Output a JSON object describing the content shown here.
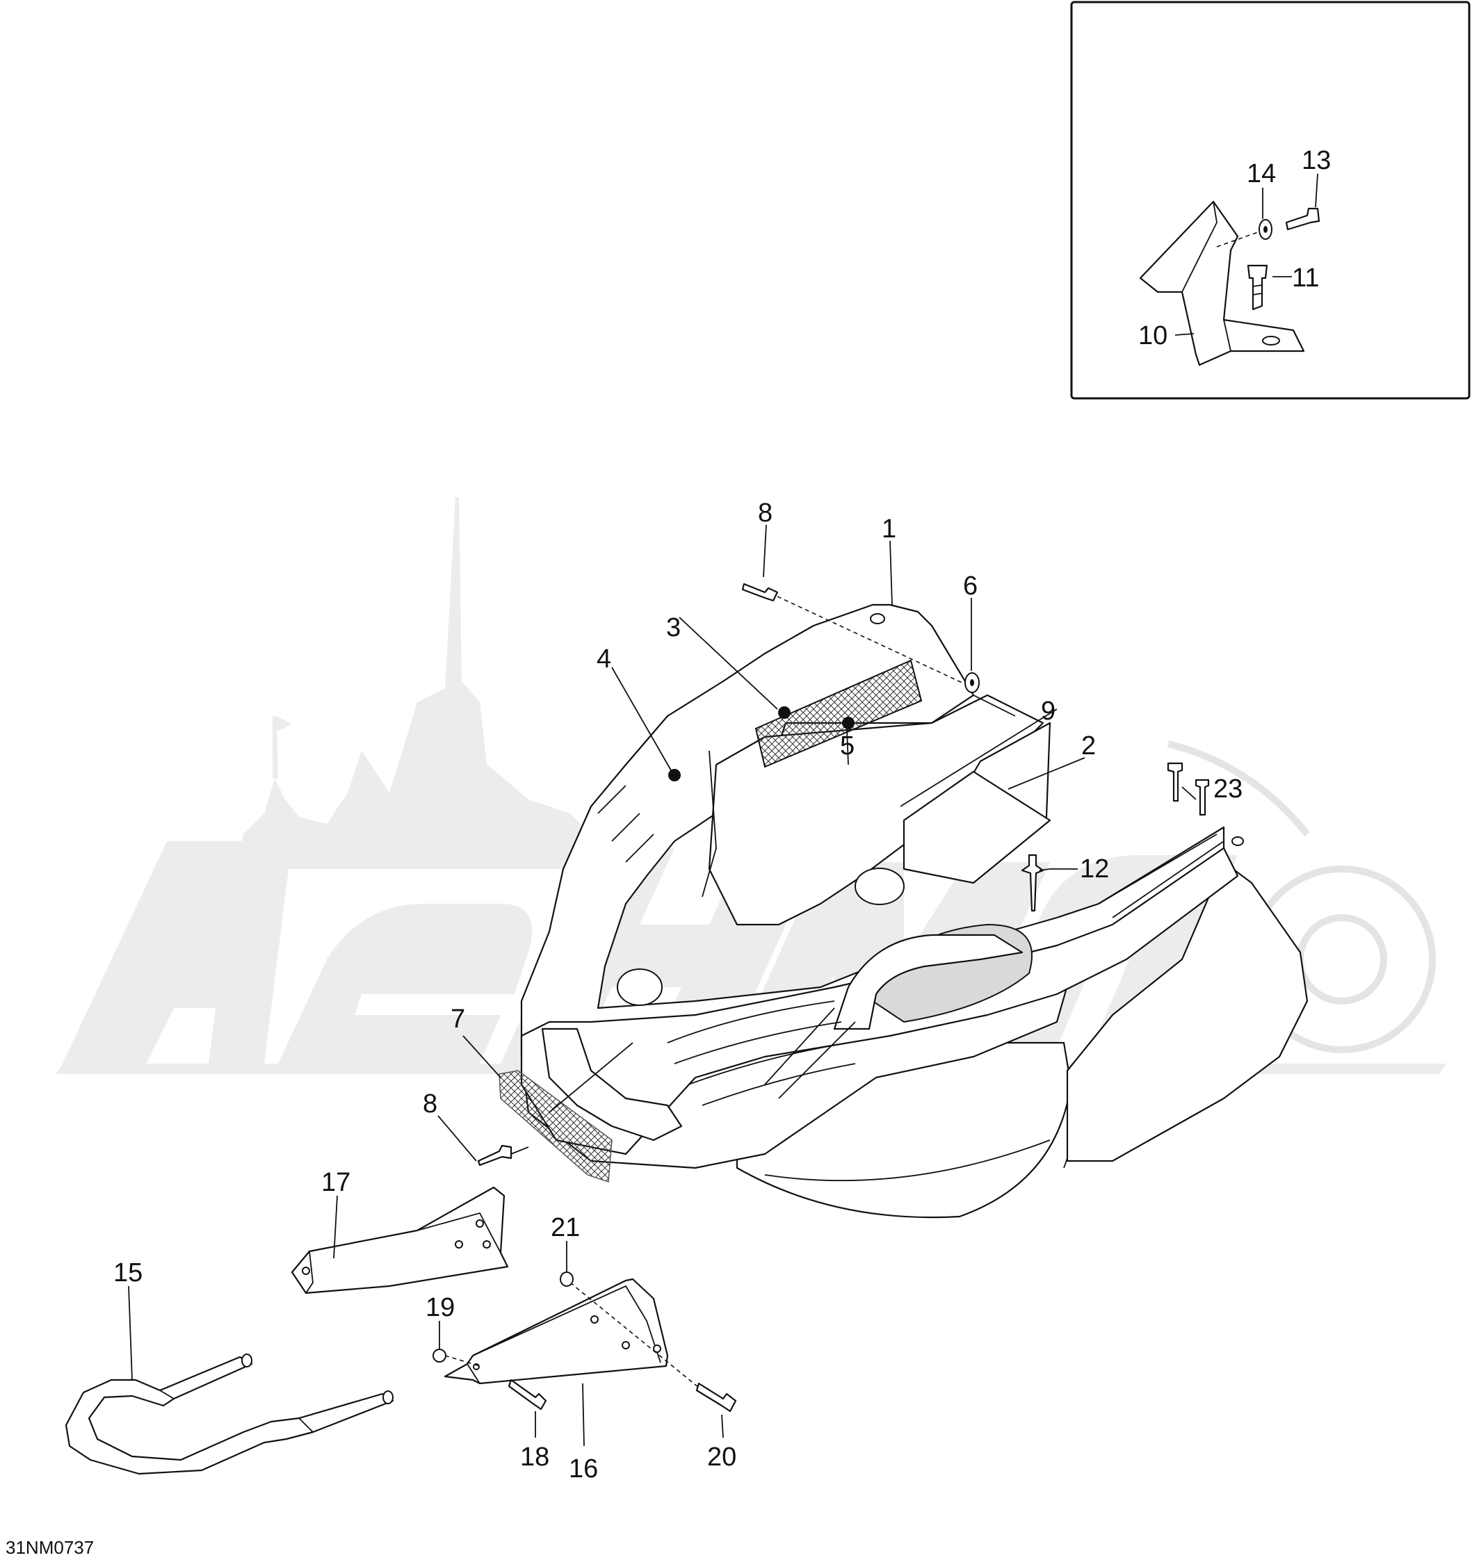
{
  "diagram_code": "31NM0737",
  "callouts": [
    {
      "num": "1"
    },
    {
      "num": "2"
    },
    {
      "num": "3"
    },
    {
      "num": "4"
    },
    {
      "num": "5"
    },
    {
      "num": "6"
    },
    {
      "num": "7"
    },
    {
      "num": "8"
    },
    {
      "num": "8"
    },
    {
      "num": "9"
    },
    {
      "num": "10"
    },
    {
      "num": "11"
    },
    {
      "num": "12"
    },
    {
      "num": "13"
    },
    {
      "num": "14"
    },
    {
      "num": "15"
    },
    {
      "num": "16"
    },
    {
      "num": "17"
    },
    {
      "num": "18"
    },
    {
      "num": "19"
    },
    {
      "num": "20"
    },
    {
      "num": "21"
    },
    {
      "num": "23"
    }
  ],
  "colors": {
    "line": "#111111",
    "watermark": "#ececec",
    "background": "#ffffff"
  }
}
